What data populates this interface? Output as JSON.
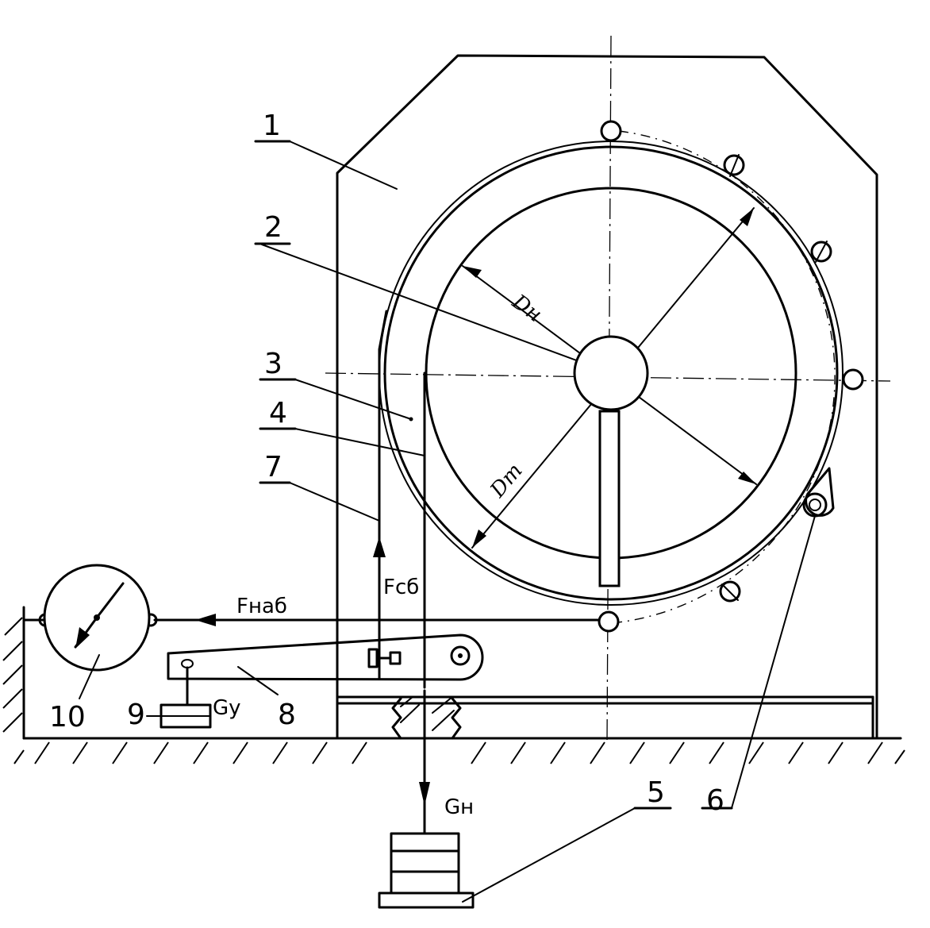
{
  "labels": {
    "part_1": "1",
    "part_2": "2",
    "part_3": "3",
    "part_4": "4",
    "part_5": "5",
    "part_6": "6",
    "part_7": "7",
    "part_8": "8",
    "part_9": "9",
    "part_10": "10"
  },
  "forces": {
    "f_nab": "Fнаб",
    "f_sb": "Fсб",
    "g_n": "Gн",
    "g_y": "Gу"
  },
  "dimensions": {
    "d_n": "Dн",
    "d_t": "Dт"
  }
}
